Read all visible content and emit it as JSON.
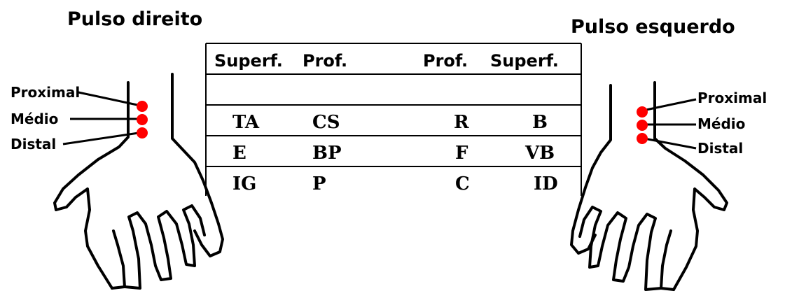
{
  "titles": {
    "right": "Pulso direito",
    "left": "Pulso esquerdo"
  },
  "positions": {
    "right_hand": [
      "Proximal",
      "Médio",
      "Distal"
    ],
    "left_hand": [
      "Proximal",
      "Médio",
      "Distal"
    ]
  },
  "table": {
    "headers": [
      "Superf.",
      "Prof.",
      "Prof.",
      "Superf."
    ],
    "rows": [
      [
        "TA",
        "CS",
        "R",
        "B"
      ],
      [
        "E",
        "BP",
        "F",
        "VB"
      ],
      [
        "IG",
        "P",
        "C",
        "ID"
      ]
    ]
  },
  "colors": {
    "pulse_point": "#ff0000",
    "line": "#000000"
  }
}
